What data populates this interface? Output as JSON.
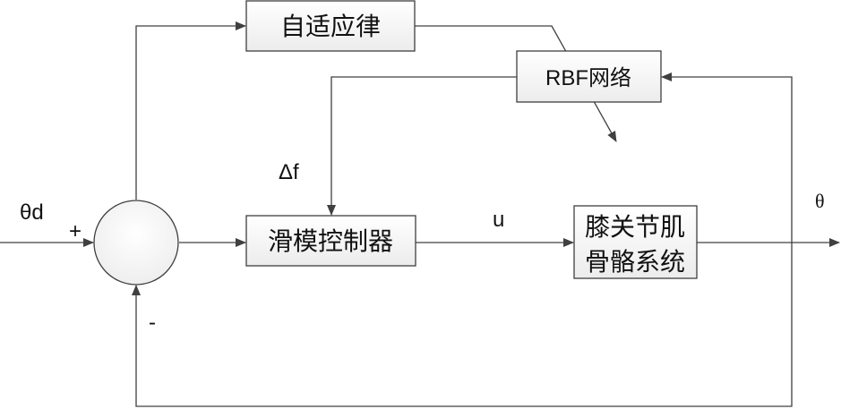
{
  "diagram": {
    "type": "control-block-diagram",
    "blocks": {
      "adaptive_law": "自适应律",
      "rbf_network": "RBF网络",
      "sliding_mode_controller": "滑模控制器",
      "plant_line1": "膝关节肌",
      "plant_line2": "骨骼系统"
    },
    "signals": {
      "reference": "θd",
      "plus_sign": "+",
      "minus_sign": "-",
      "delta_f": "Δf",
      "control_u": "u",
      "output_theta": "θ"
    },
    "connections": [
      {
        "from": "input",
        "to": "summing-junction",
        "label": "θd",
        "sign": "+"
      },
      {
        "from": "summing-junction",
        "to": "sliding-mode-controller"
      },
      {
        "from": "summing-junction",
        "to": "adaptive-law"
      },
      {
        "from": "adaptive-law",
        "to": "rbf-network",
        "note": "diagonal tuning arrow"
      },
      {
        "from": "rbf-network",
        "to": "sliding-mode-controller",
        "label": "Δf"
      },
      {
        "from": "sliding-mode-controller",
        "to": "knee-musculoskeletal-system",
        "label": "u"
      },
      {
        "from": "knee-musculoskeletal-system",
        "to": "output",
        "label": "θ"
      },
      {
        "from": "output",
        "to": "rbf-network",
        "note": "feedback"
      },
      {
        "from": "output",
        "to": "summing-junction",
        "sign": "-",
        "note": "feedback"
      }
    ]
  }
}
